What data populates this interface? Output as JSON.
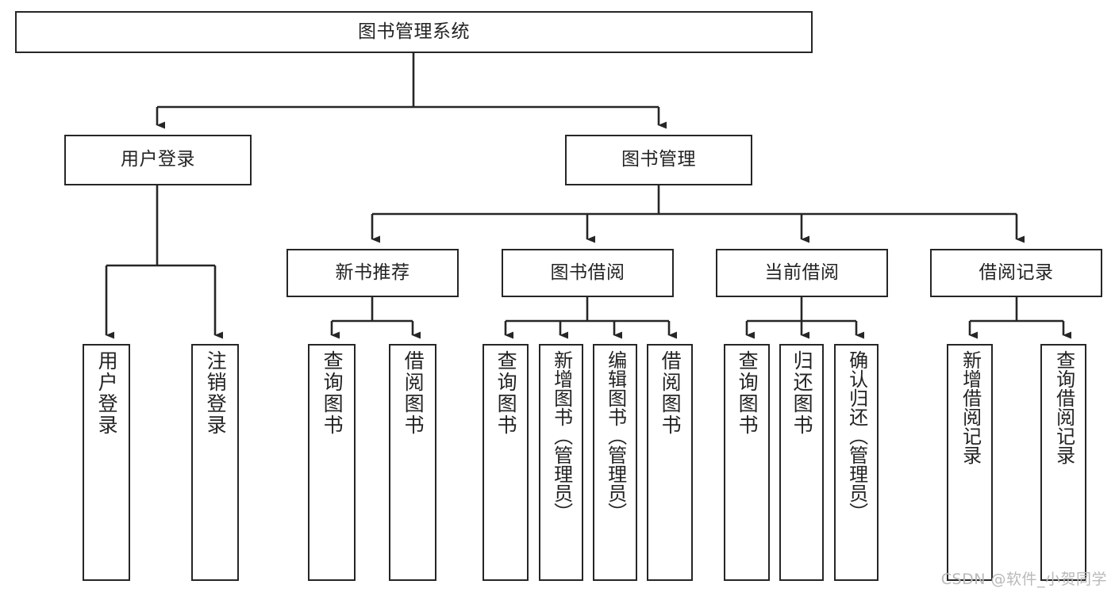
{
  "diagram": {
    "title": "图书管理系统",
    "type": "tree-hierarchy-chart",
    "colors": {
      "background": "#ffffff",
      "box_border": "#262626",
      "box_fill": "#ffffff",
      "connector": "#262626",
      "text": "#232323",
      "watermark": "#b9b9b9"
    }
  },
  "root": {
    "label": "图书管理系统"
  },
  "level2": [
    {
      "label": "用户登录"
    },
    {
      "label": "图书管理"
    }
  ],
  "level3": [
    {
      "label": "新书推荐"
    },
    {
      "label": "图书借阅"
    },
    {
      "label": "当前借阅"
    },
    {
      "label": "借阅记录"
    }
  ],
  "leaves": {
    "user_login": [
      {
        "label": "用户登录"
      },
      {
        "label": "注销登录"
      }
    ],
    "new_book_recommend": [
      {
        "label": "查询图书"
      },
      {
        "label": "借阅图书"
      }
    ],
    "book_borrow": [
      {
        "label": "查询图书"
      },
      {
        "label": "新增图书（管理员）"
      },
      {
        "label": "编辑图书（管理员）"
      },
      {
        "label": "借阅图书"
      }
    ],
    "current_borrow": [
      {
        "label": "查询图书"
      },
      {
        "label": "归还图书"
      },
      {
        "label": "确认归还（管理员）"
      }
    ],
    "borrow_records": [
      {
        "label": "新增借阅记录"
      },
      {
        "label": "查询借阅记录"
      }
    ]
  },
  "watermark": {
    "text": "CSDN @软件_小贺同学"
  }
}
